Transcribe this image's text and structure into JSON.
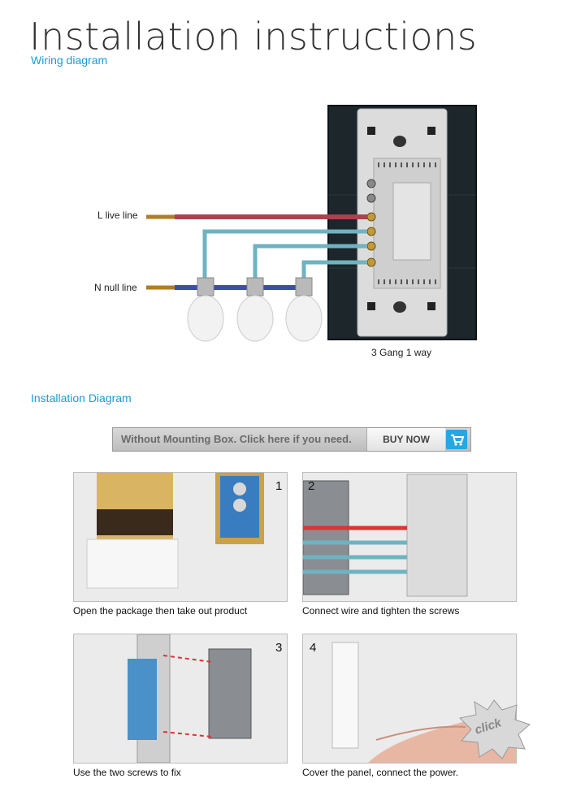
{
  "header": {
    "title": "Installation instructions",
    "wiring_subtitle": "Wiring diagram",
    "install_subtitle": "Installation Diagram"
  },
  "wiring": {
    "live_label": "L live line",
    "null_label": "N null line",
    "switch_caption": "3 Gang 1 way",
    "colors": {
      "live": "#a9434e",
      "null": "#3e4ea8",
      "load": "#6fb3c0",
      "panel": "#1e2a30",
      "module": "#d9d9d9"
    },
    "bulb_count": 3
  },
  "buy_bar": {
    "text": "Without Mounting Box. Click here if you need.",
    "button": "BUY NOW",
    "cart_icon": "cart-icon"
  },
  "steps": [
    {
      "number": "1",
      "caption": "Open the package then take out product"
    },
    {
      "number": "2",
      "caption": "Connect wire and tighten the screws"
    },
    {
      "number": "3",
      "caption": "Use the two screws to fix"
    },
    {
      "number": "4",
      "caption": "Cover the panel, connect the power.",
      "badge": "click"
    }
  ]
}
